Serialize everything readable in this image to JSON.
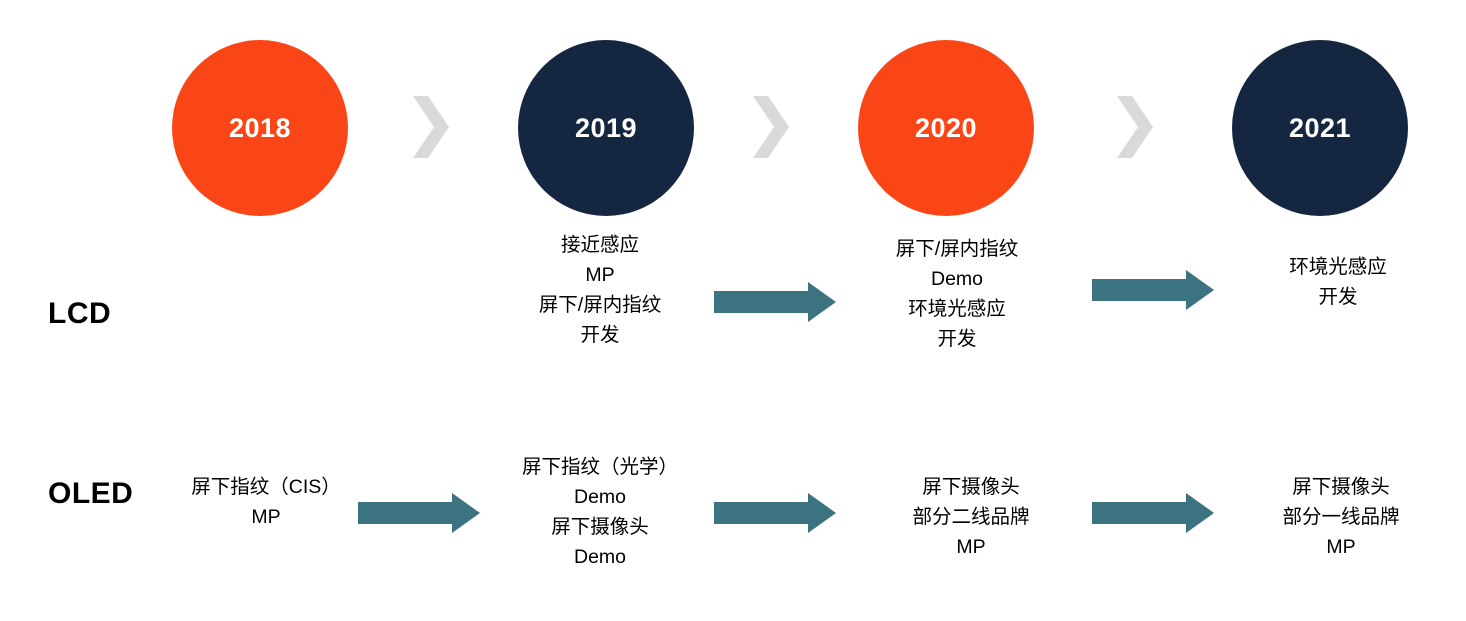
{
  "palette": {
    "orange": "#FA4616",
    "navy": "#152740",
    "chevron_gray": "#D9D9D9",
    "teal": "#3C7380",
    "text": "#000000",
    "background": "#FFFFFF"
  },
  "timeline": {
    "years": [
      {
        "label": "2018",
        "color": "orange"
      },
      {
        "label": "2019",
        "color": "navy"
      },
      {
        "label": "2020",
        "color": "orange"
      },
      {
        "label": "2021",
        "color": "navy"
      }
    ],
    "chevrons": [
      "chevron-right-icon",
      "chevron-right-icon",
      "chevron-right-icon"
    ]
  },
  "rows": {
    "lcd": {
      "label": "LCD",
      "cells": {
        "y2018": {
          "lines": []
        },
        "y2019": {
          "lines": [
            "接近感应",
            "MP",
            "屏下/屏内指纹",
            "开发"
          ]
        },
        "y2020": {
          "lines": [
            "屏下/屏内指纹",
            "Demo",
            "环境光感应",
            "开发"
          ]
        },
        "y2021": {
          "lines": [
            "环境光感应",
            "开发"
          ]
        }
      },
      "arrows": [
        "arrow-right-icon",
        "arrow-right-icon"
      ]
    },
    "oled": {
      "label": "OLED",
      "cells": {
        "y2018": {
          "lines": [
            "屏下指纹（CIS）",
            "MP"
          ]
        },
        "y2019": {
          "lines": [
            "屏下指纹（光学）",
            "Demo",
            "屏下摄像头",
            "Demo"
          ]
        },
        "y2020": {
          "lines": [
            "屏下摄像头",
            "部分二线品牌",
            "MP"
          ]
        },
        "y2021": {
          "lines": [
            "屏下摄像头",
            "部分一线品牌",
            "MP"
          ]
        }
      },
      "arrows": [
        "arrow-right-icon",
        "arrow-right-icon",
        "arrow-right-icon"
      ]
    }
  }
}
